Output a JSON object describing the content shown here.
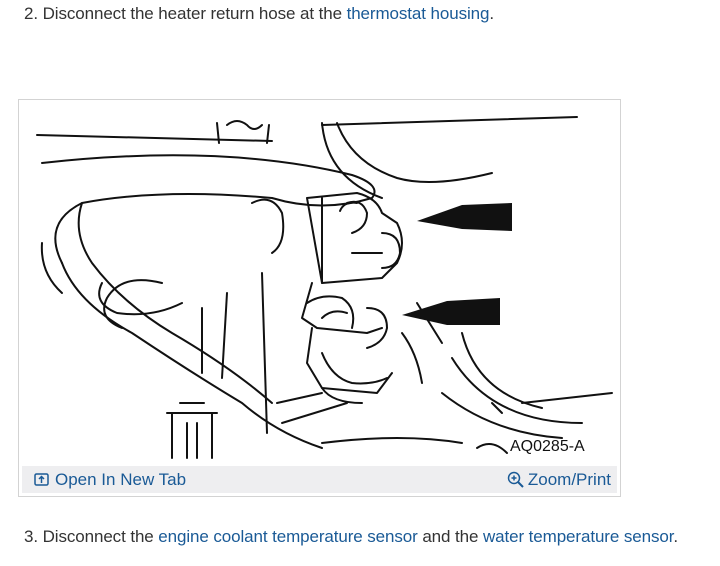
{
  "steps": {
    "step2": {
      "prefix": "2. Disconnect the heater return hose at the ",
      "link": "thermostat housing",
      "suffix": "."
    },
    "step3": {
      "prefix": "3. Disconnect the ",
      "link1": "engine coolant temperature sensor",
      "middle": " and the ",
      "link2": "water temperature sensor",
      "suffix": "."
    }
  },
  "figure": {
    "code": "AQ0285-A",
    "open_tab_label": "Open In New Tab",
    "zoom_print_label": "Zoom/Print",
    "open_tab_icon": "external-open-icon",
    "zoom_icon": "zoom-plus-icon",
    "link_color": "#1a5a96",
    "bar_color": "#eeeef0"
  }
}
